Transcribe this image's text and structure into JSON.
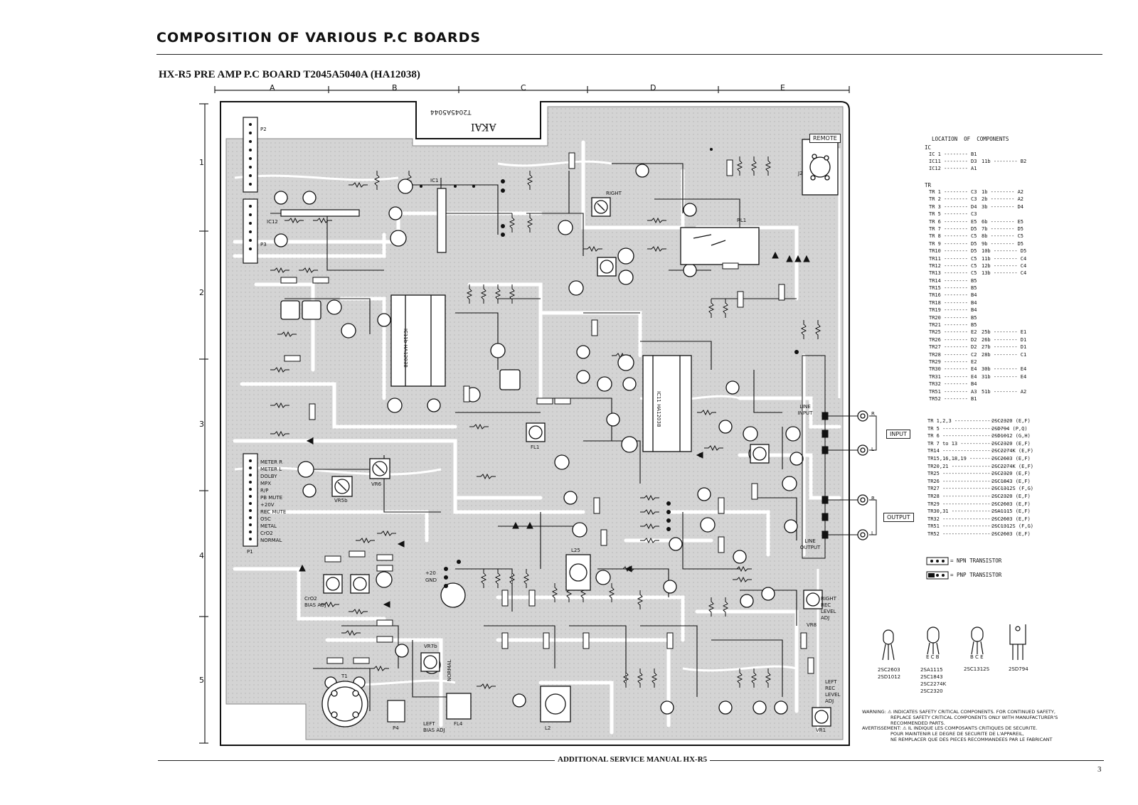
{
  "header": {
    "title": "COMPOSITION OF VARIOUS P.C BOARDS",
    "board_title": "HX-R5 PRE AMP P.C BOARD T2045A5040A (HA12038)"
  },
  "grid": {
    "columns": [
      "A",
      "B",
      "C",
      "D",
      "E"
    ],
    "rows": [
      "1",
      "2",
      "3",
      "4",
      "5"
    ]
  },
  "board": {
    "silk_text": "AKAI",
    "part_code": "T2045A5044",
    "connectors": {
      "p2": "P2",
      "p3": "P3",
      "p1": "P1",
      "p4": "P4",
      "j2": "J2",
      "remote": "REMOTE"
    },
    "p1_pins": [
      "METER R",
      "METER L",
      "DOLBY",
      "MPX",
      "R/P",
      "PB MUTE",
      "+20V",
      "REC MUTE",
      "OSC",
      "METAL",
      "CrO2",
      "NORMAL"
    ],
    "ic_labels": [
      "IC11b HA12038",
      "IC11 HA12038",
      "IC1",
      "IC12"
    ],
    "jack_labels": {
      "line_input": "LINE INPUT",
      "line_output": "LINE OUTPUT",
      "input_box": "INPUT",
      "output_box": "OUTPUT"
    },
    "adj_labels": [
      "CrO2 BIAS ADJ",
      "LEFT BIAS ADJ",
      "RIGHT REC LEVEL ADJ",
      "LEFT REC LEVEL ADJ",
      "NORMAL",
      "RIGHT"
    ],
    "misc_labels": [
      "RL1",
      "L2",
      "L25",
      "T1",
      "VR6",
      "VR5b",
      "VR7b",
      "VR8",
      "VR1",
      "FL1",
      "FL4",
      "GND",
      "+20",
      "R",
      "L"
    ]
  },
  "legend": {
    "title": "LOCATION  OF  COMPONENTS",
    "ic_header": "IC",
    "ic_rows": [
      [
        "IC 1 -------- B1",
        ""
      ],
      [
        "IC11 -------- D3",
        "11b -------- B2"
      ],
      [
        "IC12 -------- A1",
        ""
      ]
    ],
    "tr_header": "TR",
    "tr_rows": [
      [
        "TR 1 -------- C3",
        "1b -------- A2"
      ],
      [
        "TR 2 -------- C3",
        "2b -------- A2"
      ],
      [
        "TR 3 -------- D4",
        "3b -------- D4"
      ],
      [
        "TR 5 -------- C3",
        ""
      ],
      [
        "TR 6 -------- E5",
        "6b -------- E5"
      ],
      [
        "TR 7 -------- D5",
        "7b -------- D5"
      ],
      [
        "TR 8 -------- C5",
        "8b -------- C5"
      ],
      [
        "TR 9 -------- D5",
        "9b -------- D5"
      ],
      [
        "TR10 -------- D5",
        "10b -------- D5"
      ],
      [
        "TR11 -------- C5",
        "11b -------- C4"
      ],
      [
        "TR12 -------- C5",
        "12b -------- C4"
      ],
      [
        "TR13 -------- C5",
        "13b -------- C4"
      ],
      [
        "TR14 -------- B5",
        ""
      ],
      [
        "TR15 -------- B5",
        ""
      ],
      [
        "TR16 -------- B4",
        ""
      ],
      [
        "TR18 -------- B4",
        ""
      ],
      [
        "TR19 -------- B4",
        ""
      ],
      [
        "TR20 -------- B5",
        ""
      ],
      [
        "TR21 -------- B5",
        ""
      ],
      [
        "TR25 -------- E2",
        "25b -------- E1"
      ],
      [
        "TR26 -------- D2",
        "26b -------- D1"
      ],
      [
        "TR27 -------- D2",
        "27b -------- D1"
      ],
      [
        "TR28 -------- C2",
        "28b -------- C1"
      ],
      [
        "TR29 -------- E2",
        ""
      ],
      [
        "TR30 -------- E4",
        "30b -------- E4"
      ],
      [
        "TR31 -------- E4",
        "31b -------- E4"
      ],
      [
        "TR32 -------- B4",
        ""
      ],
      [
        "TR51 -------- A3",
        "51b -------- A2"
      ],
      [
        "TR52 -------- B1",
        ""
      ]
    ],
    "types": [
      [
        "TR 1,2,3 ------------------",
        "2SC2320 (E,F)"
      ],
      [
        "TR 5 ----------------------",
        "2SD794 (P,Q)"
      ],
      [
        "TR 6 ----------------------",
        "2SD1012 (G,H)"
      ],
      [
        "TR 7 to 13 ----------------",
        "2SC2320 (E,F)"
      ],
      [
        "TR14 ----------------------",
        "2SC2274K (E,F)"
      ],
      [
        "TR15,16,18,19 -------------",
        "2SC2603 (E,F)"
      ],
      [
        "TR20,21 -------------------",
        "2SC2274K (E,F)"
      ],
      [
        "TR25 ----------------------",
        "2SC2320 (E,F)"
      ],
      [
        "TR26 ----------------------",
        "2SC1843 (E,F)"
      ],
      [
        "TR27 ----------------------",
        "2SC1312S (F,G)"
      ],
      [
        "TR28 ----------------------",
        "2SC2320 (E,F)"
      ],
      [
        "TR29 ----------------------",
        "2SC2603 (E,F)"
      ],
      [
        "TR30,31 -------------------",
        "2SA1115 (E,F)"
      ],
      [
        "TR32 ----------------------",
        "2SC2603 (E,F)"
      ],
      [
        "TR51 ----------------------",
        "2SC1312S (F,G)"
      ],
      [
        "TR52 ----------------------",
        "2SC2603 (E,F)"
      ]
    ],
    "npn": "= NPN TRANSISTOR",
    "pnp": "= PNP TRANSISTOR",
    "pinouts": [
      {
        "pins": "",
        "parts": [
          "2SC2603",
          "2SD1012"
        ]
      },
      {
        "pins": "E C B",
        "parts": [
          "2SA1115",
          "2SC1843",
          "2SC2274K",
          "2SC2320"
        ]
      },
      {
        "pins": "B C E",
        "parts": [
          "2SC1312S"
        ]
      },
      {
        "pins": "",
        "parts": [
          "2SD794"
        ]
      }
    ]
  },
  "warning": {
    "line1": "WARNING: ⚠ INDICATES SAFETY CRITICAL COMPONENTS. FOR CONTINUED SAFETY,",
    "line2": "REPLACE SAFETY CRITICAL COMPONENTS ONLY WITH MANUFACTURER'S",
    "line3": "RECOMMENDED PARTS.",
    "line4": "AVERTISSEMENT: ⚠ IL INDIQUE LES COMPOSANTS CRITIQUES DE SECURITE.",
    "line5": "POUR MAINTENIR LE DEGRE DE SECURITE DE L'APPAREIL,",
    "line6": "NE REMPLACER QUE DES PIECES RECOMMANDEES PAR LE FABRICANT"
  },
  "footer": {
    "title": "ADDITIONAL SERVICE MANUAL HX-R5",
    "page": "3"
  }
}
